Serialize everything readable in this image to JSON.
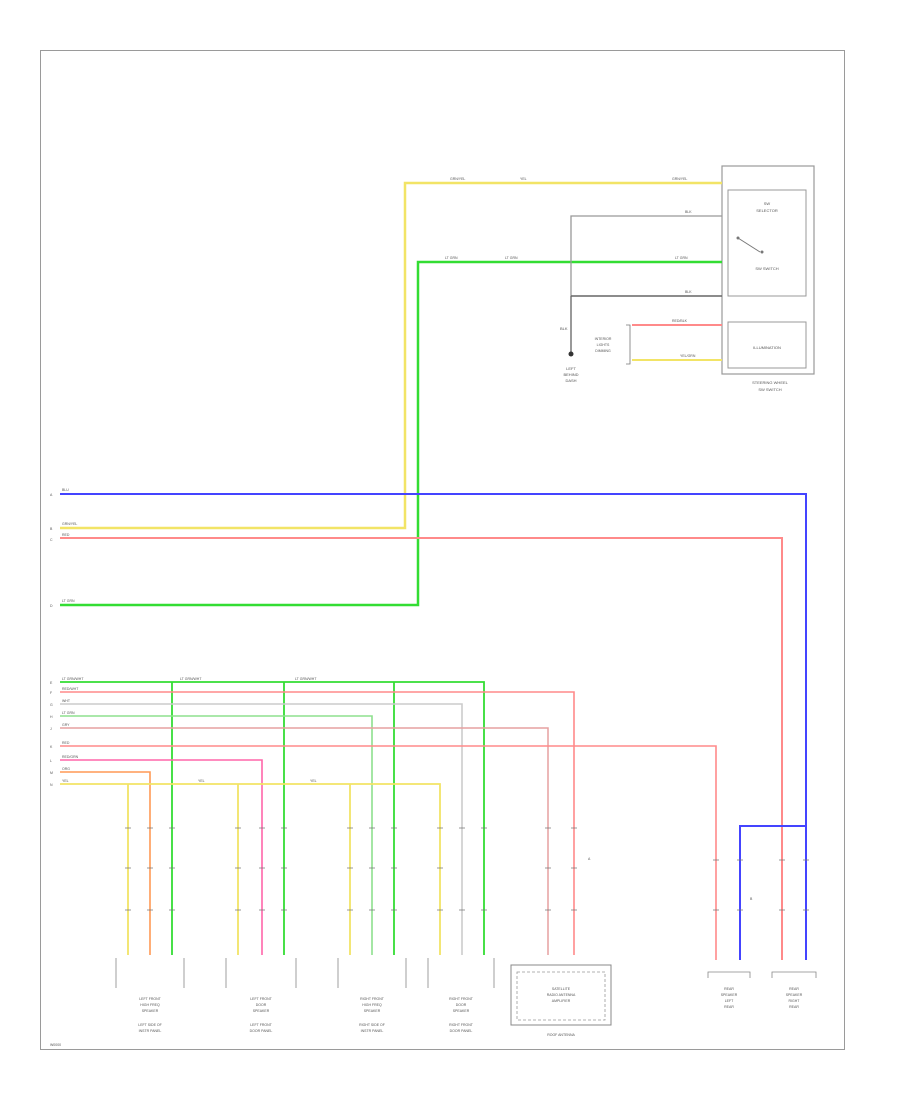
{
  "colors": {
    "yellow": "#f2e466",
    "green": "#33dd33",
    "lightgreen": "#8ee08e",
    "red": "#ff8a8a",
    "pink": "#ff66aa",
    "orange": "#ff9955",
    "blue": "#4444ff",
    "gray": "#a0a0a0",
    "black": "#555555",
    "white": "#d8d8d8",
    "darkgreen": "#1f9e1f"
  },
  "wire_labels": {
    "grn_yel": "GRN/YEL",
    "yel": "YEL",
    "lt_grn": "LT GRN",
    "blu": "BLU",
    "red": "RED",
    "blk": "BLK",
    "red_blk": "RED/BLK",
    "wht": "WHT",
    "gry": "GRY",
    "lt_grn_wht": "LT GRN/WHT",
    "lt_grn_wht2": "LT GRN/WHT",
    "lt_grn_wht3": "LT GRN/WHT",
    "red_wht": "RED/WHT",
    "yel_grn": "YEL/GRN",
    "red_grn": "RED/GRN",
    "org": "ORG",
    "lt_grn2": "LT GRN"
  },
  "texts": {
    "switch_top": "SW",
    "switch_top2": "SELECTOR",
    "switch_mid": "SW SWITCH",
    "switch_illum": "ILLUMINATION",
    "switch_box_caption1": "STEERING WHEEL",
    "switch_box_caption2": "SW SWITCH",
    "ground_label": "BLK",
    "ground_caption1": "LEFT",
    "ground_caption2": "BEHIND",
    "ground_caption3": "DASH",
    "dimmer_note1": "INTERIOR",
    "dimmer_note2": "LIGHTS",
    "dimmer_note3": "DIMMING",
    "ref_a": "A",
    "ref_b": "B",
    "ref_c": "C",
    "ref_d": "D",
    "ref_e": "E",
    "ref_f": "F",
    "ref_g": "G",
    "ref_h": "H",
    "ref_j": "J",
    "ref_k": "K",
    "ref_l": "L",
    "ref_m": "M",
    "ref_n": "N",
    "conn_a": "A",
    "conn_b": "B",
    "ls1": "LEFT FRONT",
    "ls2": "HIGH FREQ",
    "ls3": "SPEAKER",
    "ls4": "",
    "ls5": "LEFT SIDE OF",
    "ls6": "INSTR PANEL",
    "lf1": "LEFT FRONT",
    "lf2": "DOOR",
    "lf3": "SPEAKER",
    "lf4": "",
    "lf5": "LEFT FRONT",
    "lf6": "DOOR PANEL",
    "rs1": "RIGHT FRONT",
    "rs2": "HIGH FREQ",
    "rs3": "SPEAKER",
    "rs4": "",
    "rs5": "RIGHT SIDE OF",
    "rs6": "INSTR PANEL",
    "rf1": "RIGHT FRONT",
    "rf2": "DOOR",
    "rf3": "SPEAKER",
    "rf4": "",
    "rf5": "RIGHT FRONT",
    "rf6": "DOOR PANEL",
    "antenna1": "SATELLITE",
    "antenna2": "RADIO ANTENNA",
    "antenna3": "AMPLIFIER",
    "antenna4": "",
    "antenna_caption": "ROOF ANTENNA",
    "rr1": "REAR",
    "rr2": "SPEAKER",
    "rr3": "LEFT",
    "rr4": "REAR",
    "rr5": "",
    "rr6": "",
    "rear1": "REAR",
    "rear2": "SPEAKER",
    "rear3": "RIGHT",
    "rear4": "REAR",
    "rear5": "",
    "rear6": "",
    "footer": "W0000"
  }
}
